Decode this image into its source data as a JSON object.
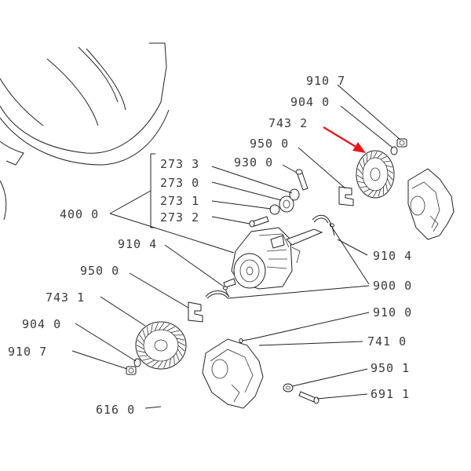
{
  "diagram": {
    "labels": {
      "l_910_7_top": "910 7",
      "l_904_0_top": "904 0",
      "l_743_2": "743 2",
      "l_950_0_top": "950 0",
      "l_930_0": "930 0",
      "l_273_3": "273 3",
      "l_273_0": "273 0",
      "l_273_1": "273 1",
      "l_273_2": "273 2",
      "l_400_0": "400 0",
      "l_910_4_left": "910 4",
      "l_910_4_right": "910 4",
      "l_950_0_left": "950 0",
      "l_900_0": "900 0",
      "l_743_1": "743 1",
      "l_910_0": "910 0",
      "l_904_0_left": "904 0",
      "l_741_0": "741 0",
      "l_910_7_left": "910 7",
      "l_950_1": "950 1",
      "l_691_1": "691 1",
      "l_616_0": "616 0"
    },
    "highlight_color": "#e8141b",
    "line_color": "#222222",
    "label_color": "#3a3a3a"
  }
}
